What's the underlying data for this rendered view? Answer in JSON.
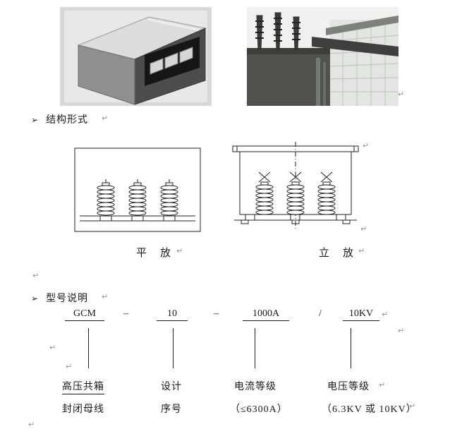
{
  "colors": {
    "ink": "#1a1a1a",
    "paragraph_mark": "#8097ad",
    "page_bg": "#ffffff"
  },
  "figures": {
    "left_photo": "busbar-enclosure-photo",
    "right_photo": "substation-transformer-photo",
    "flat_drawing": "flat-mount-outline-drawing",
    "vertical_drawing": "vertical-mount-outline-drawing"
  },
  "structure_section": {
    "bullet": "➢",
    "title": "结构形式",
    "flat_caption": "平　放",
    "vertical_caption": "立　放"
  },
  "model_section": {
    "bullet": "➢",
    "title": "型号说明",
    "segments": {
      "series": "GCM",
      "design": "10",
      "current": "1000A",
      "voltage": "10KV"
    },
    "separators": {
      "dash1": "–",
      "dash2": "–",
      "slash": "/"
    },
    "legend": {
      "series_top": "高压共箱",
      "series_bottom": "封闭母线",
      "design_top": "设计",
      "design_bottom": "序号",
      "current_top": "电流等级",
      "current_bottom": "（≤6300A）",
      "voltage_top": "电压等级",
      "voltage_bottom": "（6.3KV 或 10KV）"
    }
  },
  "marks": {
    "pilcrow": "↵"
  }
}
